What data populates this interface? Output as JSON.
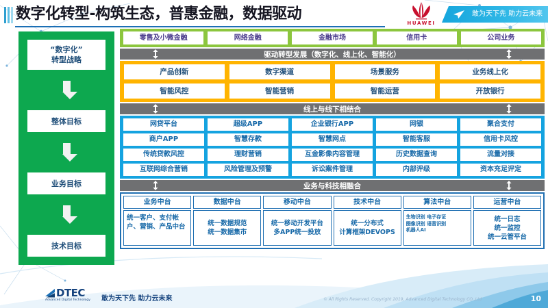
{
  "header": {
    "title": "数字化转型-构筑生态，普惠金融，数据驱动",
    "brand": "HUAWEI",
    "banner_text": "敢为天下先 助力云未来",
    "plane_icon": "paper-plane-icon",
    "logo_icon": "huawei-flower-icon"
  },
  "sidebar": {
    "items": [
      {
        "label": "“数字化”\n转型战略"
      },
      {
        "label": "整体目标"
      },
      {
        "label": "业务目标"
      },
      {
        "label": "技术目标"
      }
    ],
    "arrow_icon": "arrow-down-icon",
    "color": "#0da84f"
  },
  "green_section": {
    "color": "#8cc63e",
    "cells": [
      "零售及小微金融",
      "网络金融",
      "金融市场",
      "信用卡",
      "公司业务"
    ]
  },
  "divider_1": {
    "label": "驱动转型发展（数字化、线上化、智能化）",
    "icon": "double-arrow-vertical-icon",
    "color": "#6f7072"
  },
  "orange_section": {
    "color": "#ffb400",
    "rows": [
      [
        "产品创新",
        "数字渠道",
        "场景服务",
        "业务线上化"
      ],
      [
        "智能风控",
        "智能营销",
        "智能运营",
        "开放银行"
      ]
    ]
  },
  "divider_2": {
    "label": "线上与线下相结合",
    "icon": "double-arrow-vertical-icon",
    "color": "#6f7072"
  },
  "blue_section": {
    "color": "#14a3e0",
    "rows": [
      [
        "网贷平台",
        "超级APP",
        "企业银行APP",
        "网银",
        "聚合支付"
      ],
      [
        "商户APP",
        "智慧存款",
        "智慧网点",
        "智能客服",
        "信用卡风控"
      ],
      [
        "传统贷款风控",
        "理财营销",
        "互金影像内容管理",
        "历史数据查询",
        "流量对接"
      ],
      [
        "互联网综合营销",
        "风险管理及预警",
        "诉讼案件管理",
        "内部评级",
        "资本充足评定"
      ]
    ]
  },
  "divider_3": {
    "label": "业务与科技相融合",
    "icon": "double-arrow-vertical-icon",
    "color": "#6f7072"
  },
  "navy_section": {
    "color": "#1f6fb2",
    "columns": [
      {
        "head": "业务中台",
        "body": "统一客户、支付帐户、营销、产品中台"
      },
      {
        "head": "数据中台",
        "body": "统一数据规范\n统一数据集市"
      },
      {
        "head": "移动中台",
        "body": "统一移动开发平台\n多APP统一投放"
      },
      {
        "head": "技术中台",
        "body": "统一分布式\n计算框架DEVOPS"
      },
      {
        "head": "算法中台",
        "body": "生物识别 电子存证\n图像识别 语音识别\n机器人AI"
      },
      {
        "head": "运营中台",
        "body": "统一日志\n统一监控\n统一云管平台"
      }
    ]
  },
  "footer": {
    "logo_text": "DTEC",
    "logo_sub": "Advanced Digital Technology",
    "slogan": "敢为天下先    助力云未来",
    "copyright": "© All Rights Reserved. Copyright 2019, Advanced Digital Technology CO.,Ltd",
    "page_number": "10"
  }
}
